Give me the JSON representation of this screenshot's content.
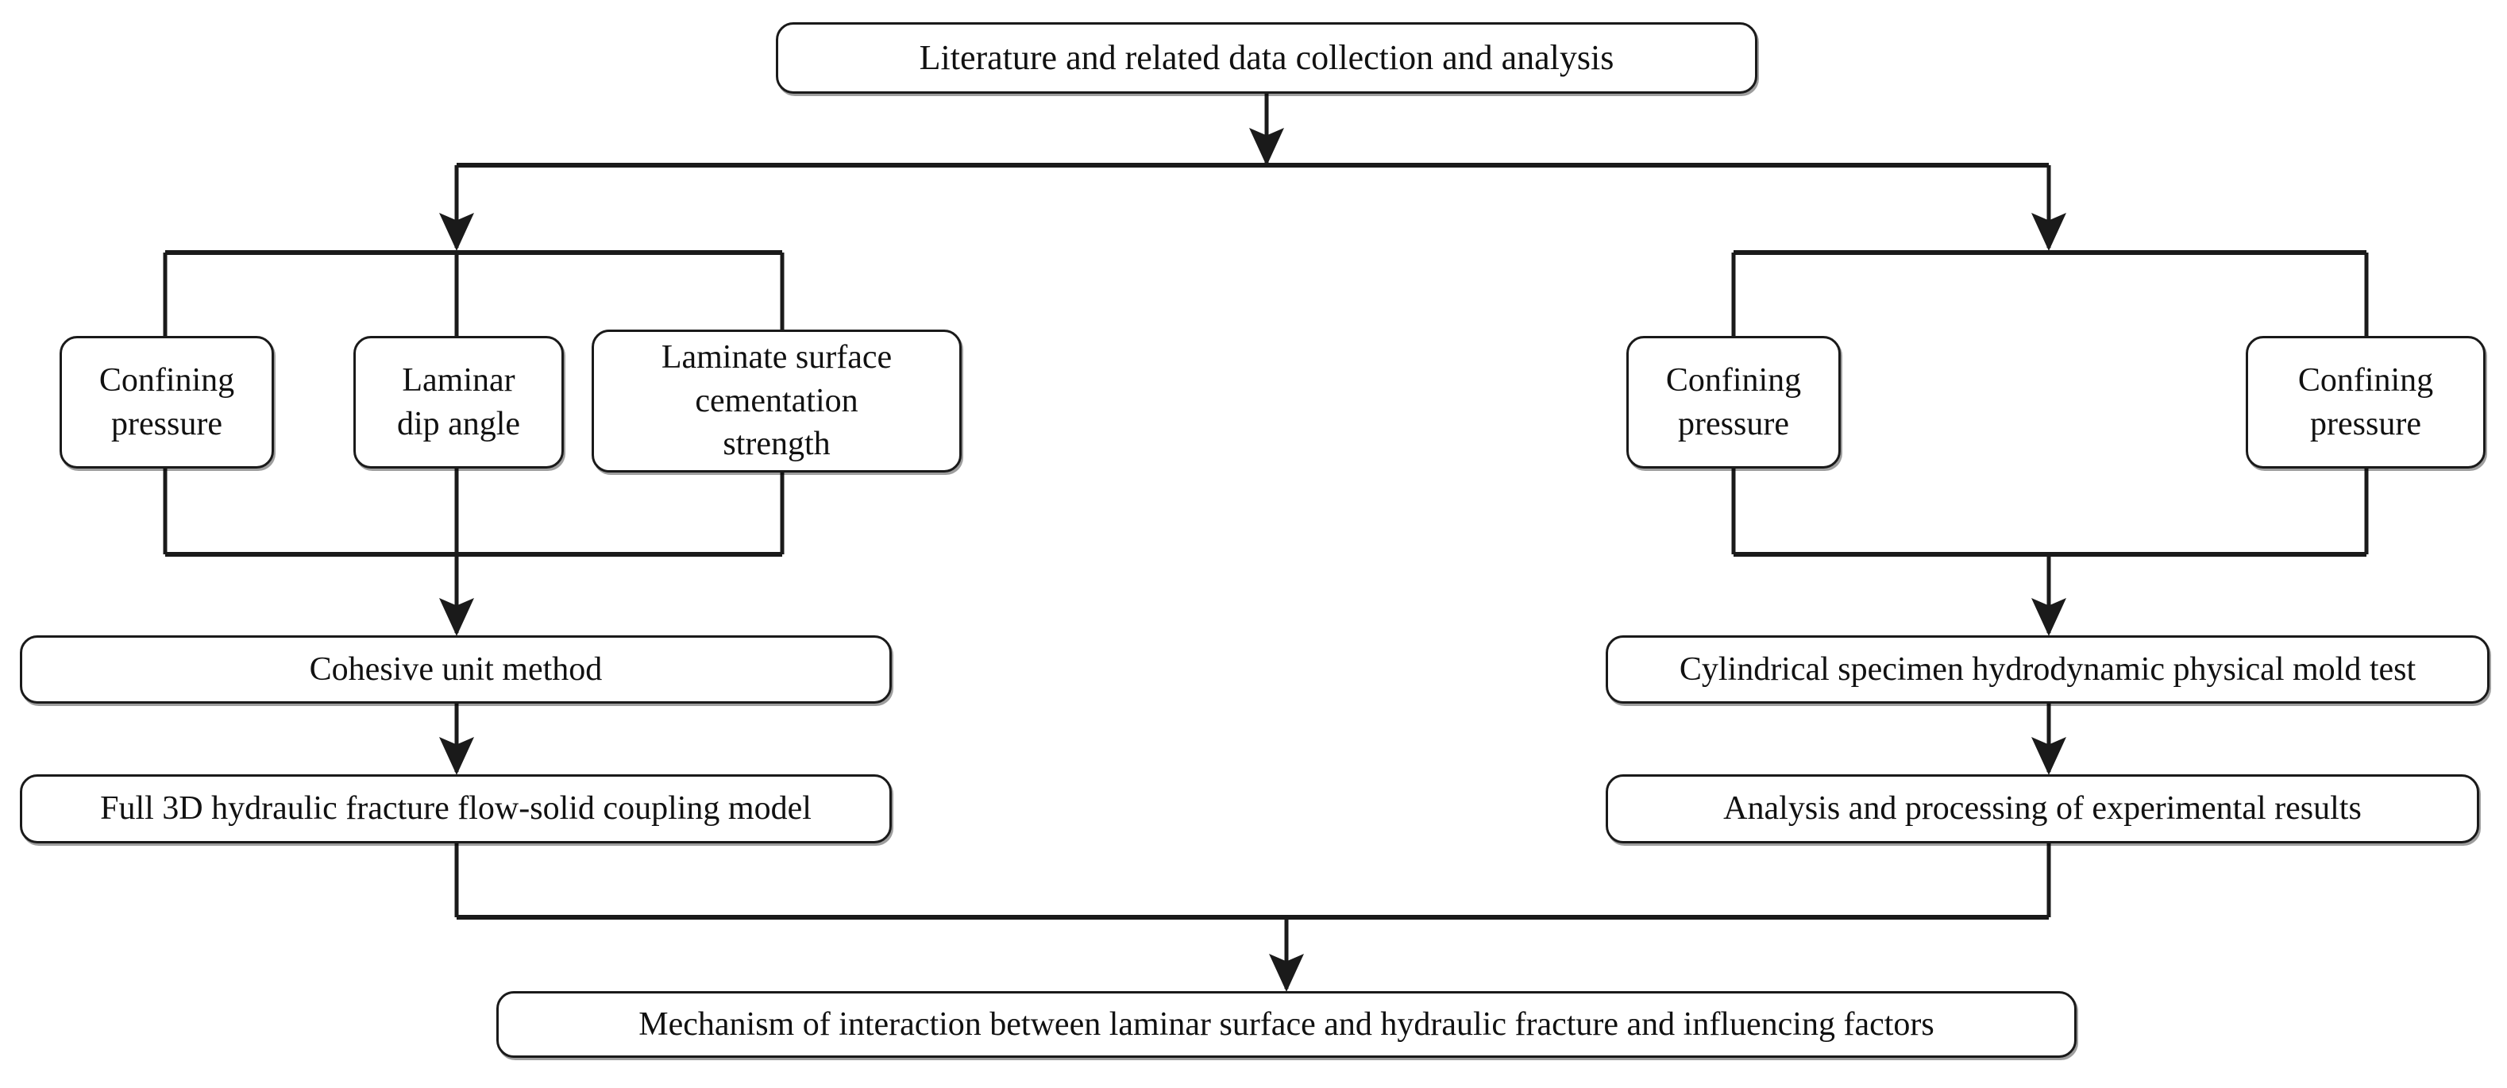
{
  "diagram": {
    "title_node": {
      "label": "Literature and related data collection and analysis"
    },
    "left_branch": {
      "factors": [
        {
          "label": "Confining\npressure"
        },
        {
          "label": "Laminar\ndip angle"
        },
        {
          "label": "Laminate surface\ncementation\nstrength"
        }
      ],
      "steps": [
        {
          "label": "Cohesive unit method"
        },
        {
          "label": "Full 3D hydraulic fracture flow-solid coupling model"
        }
      ]
    },
    "right_branch": {
      "factors": [
        {
          "label": "Confining\npressure"
        },
        {
          "label": "Confining\npressure"
        }
      ],
      "steps": [
        {
          "label": "Cylindrical specimen hydrodynamic physical mold test"
        },
        {
          "label": "Analysis and processing of experimental results"
        }
      ]
    },
    "conclusion_node": {
      "label": "Mechanism of interaction between laminar surface and hydraulic fracture and influencing factors"
    },
    "style": {
      "line_color": "#1a1a1a",
      "box_border_color": "#1a1a1a",
      "box_fill": "#ffffff",
      "text_color": "#111111"
    }
  }
}
